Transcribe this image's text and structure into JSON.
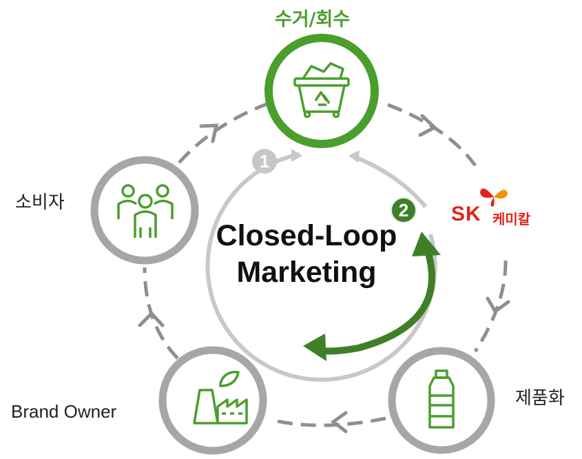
{
  "nodes": {
    "collection": {
      "label": "수거/회수",
      "icon": "recycling-bin-icon"
    },
    "chemical": {
      "logo_letters": "SK",
      "logo_korean": "케미칼",
      "icon": "sk-butterfly-logo"
    },
    "product": {
      "label": "제품화",
      "icon": "plastic-bottle-icon"
    },
    "brand_owner": {
      "label": "Brand Owner",
      "icon": "factory-leaf-icon"
    },
    "consumer": {
      "label": "소비자",
      "icon": "people-group-icon"
    }
  },
  "center": {
    "line1": "Closed-Loop",
    "line2": "Marketing"
  },
  "badges": {
    "one": "1",
    "two": "2"
  },
  "colors": {
    "green": "#4a9e2c",
    "dark_green": "#3f7f28",
    "gray_ring": "#a6a6a6",
    "light_gray": "#c8c8c8",
    "dashed": "#8f8f8f",
    "sk_red": "#e2231a",
    "sk_orange": "#f39200"
  }
}
